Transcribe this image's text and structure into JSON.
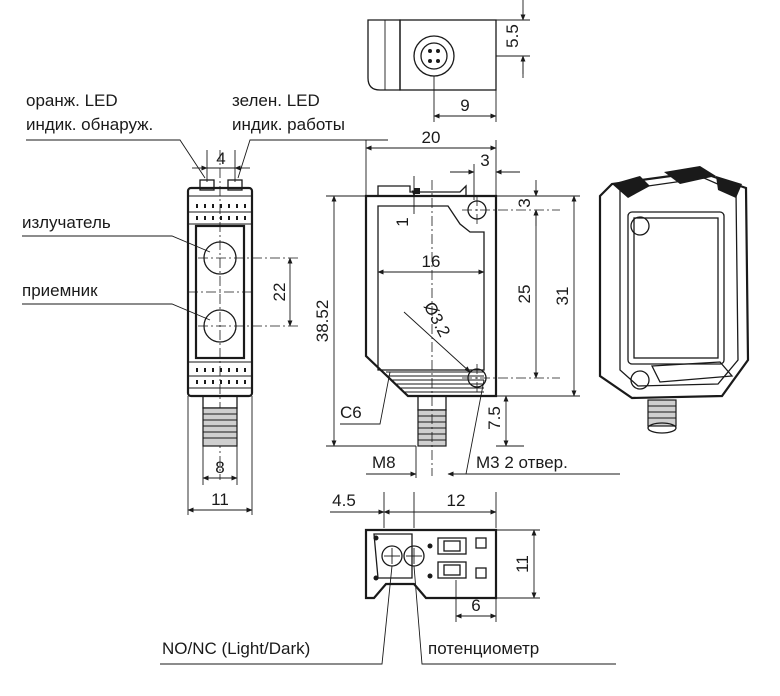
{
  "labels": {
    "orange_led_1": "оранж. LED",
    "orange_led_2": "индик. обнаруж.",
    "green_led_1": "зелен. LED",
    "green_led_2": "индик. работы",
    "emitter": "излучатель",
    "receiver": "приемник",
    "chamfer": "C6",
    "connector_thread": "M8",
    "mounting_holes": "M3 2 отвер.",
    "mode_switch": "NO/NC (Light/Dark)",
    "potentiometer": "потенциометр"
  },
  "dimensions": {
    "top_5_5": "5.5",
    "top_9": "9",
    "side_4": "4",
    "side_22": "22",
    "side_8": "8",
    "side_11": "11",
    "front_20": "20",
    "front_3_top": "3",
    "front_3_right": "3",
    "front_1": "1",
    "front_16": "16",
    "front_25": "25",
    "front_31": "31",
    "front_38_52": "38.52",
    "front_hole_dia": "Ø3.2",
    "front_7_5": "7.5",
    "rear_4_5": "4.5",
    "rear_12": "12",
    "rear_11": "11",
    "rear_6": "6"
  }
}
